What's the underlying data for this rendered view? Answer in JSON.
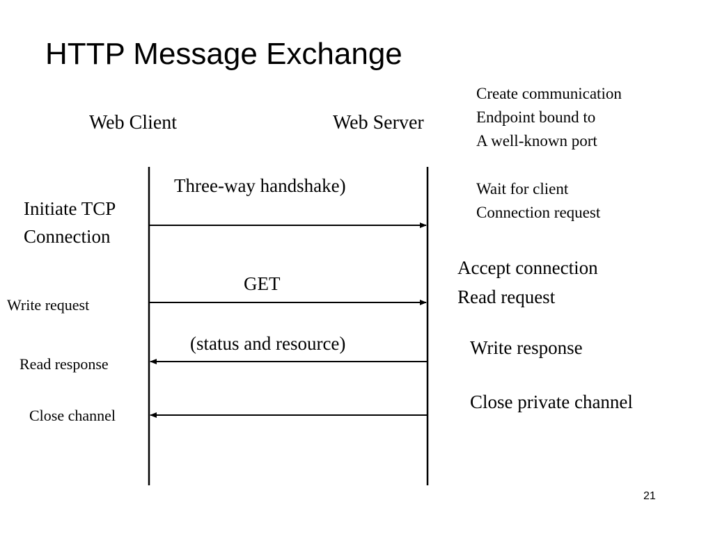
{
  "slide": {
    "title": "HTTP Message Exchange",
    "page_number": "21"
  },
  "actors": {
    "client": "Web Client",
    "server": "Web Server"
  },
  "messages": {
    "handshake": "Three-way handshake)",
    "get": "GET",
    "response": "(status and resource)"
  },
  "client_notes": {
    "initiate_line1": "Initiate TCP",
    "initiate_line2": "Connection",
    "write_request": "Write request",
    "read_response": "Read response",
    "close_channel": "Close channel"
  },
  "server_notes": {
    "create_line1": "Create communication",
    "create_line2": "Endpoint bound to",
    "create_line3": "A well-known port",
    "wait_line1": "Wait for client",
    "wait_line2": "Connection request",
    "accept_line1": "Accept connection",
    "accept_line2": "Read request",
    "write_response": "Write response",
    "close_private": "Close private channel"
  },
  "colors": {
    "background": "#ffffff",
    "ink": "#000000"
  }
}
